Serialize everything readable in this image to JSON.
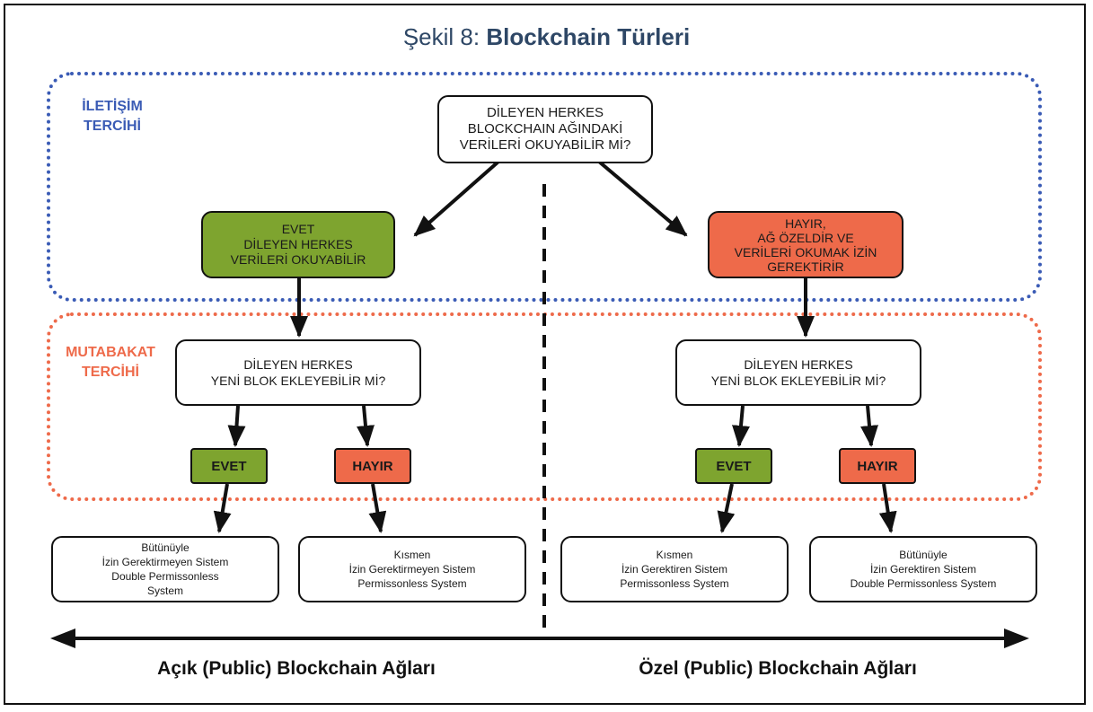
{
  "title": {
    "prefix": "Şekil 8:",
    "main": "Blockchain Türleri"
  },
  "regions": {
    "communication": "İLETİŞİM\nTERCİHİ",
    "consensus": "MUTABAKAT\nTERCİHİ"
  },
  "question_read": "DİLEYEN HERKES\nBLOCKCHAIN AĞINDAKİ\nVERİLERİ OKUYABİLİR Mİ?",
  "answer_yes": "EVET\nDİLEYEN HERKES\nVERİLERİ OKUYABİLİR",
  "answer_no": "HAYIR,\nAĞ ÖZELDİR VE\nVERİLERİ OKUMAK İZİN\nGEREKTİRİR",
  "question_write_left": "DİLEYEN HERKES\nYENİ BLOK EKLEYEBİLİR Mİ?",
  "question_write_right": "DİLEYEN HERKES\nYENİ BLOK EKLEYEBİLİR Mİ?",
  "tags": {
    "yes": "EVET",
    "no": "HAYIR"
  },
  "outcomes": [
    "Bütünüyle\nİzin Gerektirmeyen Sistem\nDouble Permissonless\nSystem",
    "Kısmen\nİzin Gerektirmeyen Sistem\nPermissonless System",
    "Kısmen\nİzin Gerektiren Sistem\nPermissonless System",
    "Bütünüyle\nİzin Gerektiren Sistem\nDouble Permissonless System"
  ],
  "footer": {
    "left": "Açık (Public) Blockchain Ağları",
    "right": "Özel (Public) Blockchain Ağları"
  },
  "colors": {
    "blue": "#3a5bb5",
    "red": "#ee6a4a",
    "green": "#7ea42f",
    "title": "#2e4766"
  }
}
